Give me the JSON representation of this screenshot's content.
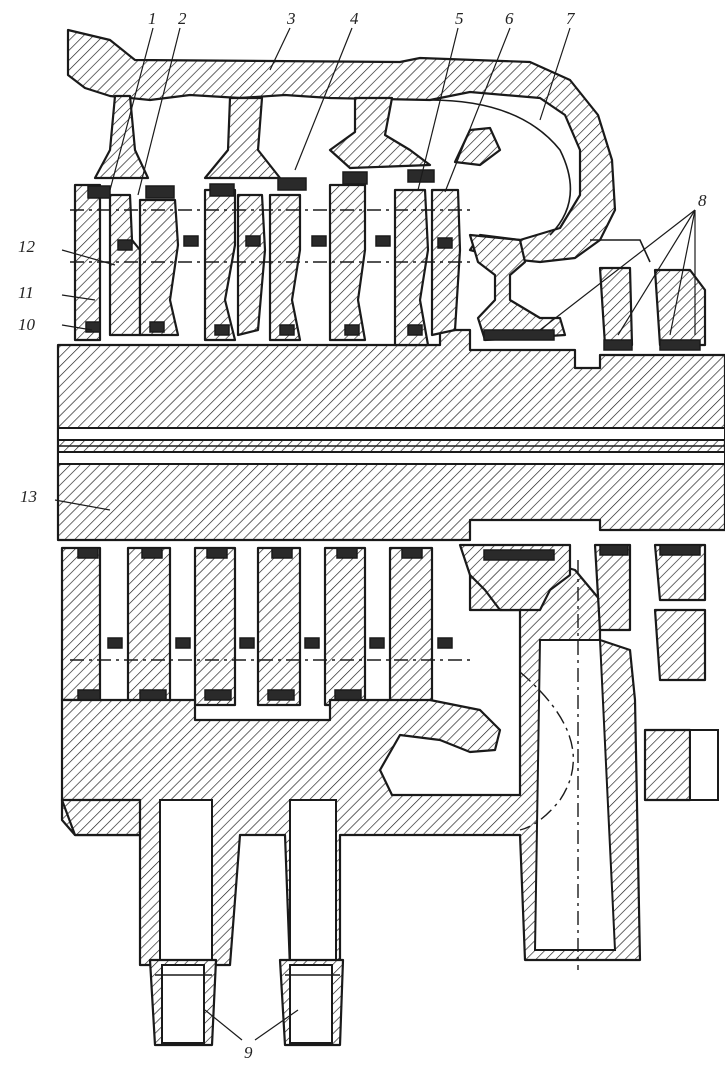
{
  "labels": {
    "l1": "1",
    "l2": "2",
    "l3": "3",
    "l4": "4",
    "l5": "5",
    "l6": "6",
    "l7": "7",
    "l8": "8",
    "l9": "9",
    "l10": "10",
    "l11": "11",
    "l12": "12",
    "l13": "13"
  },
  "colors": {
    "ink": "#1a1a1a",
    "paper": "#ffffff"
  }
}
